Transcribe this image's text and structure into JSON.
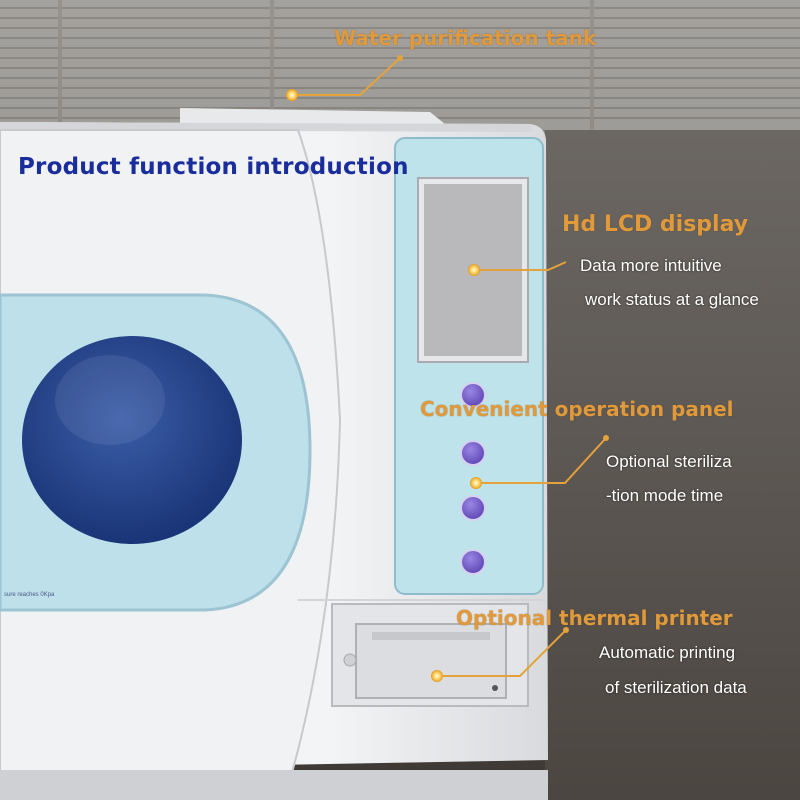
{
  "title": "Product function introduction",
  "device_text": "sure reaches 0Kpa",
  "callouts": {
    "water_tank": {
      "heading": "Water purification tank"
    },
    "lcd": {
      "heading": "Hd LCD display",
      "lines": [
        "Data more intuitive",
        "work status at a glance"
      ]
    },
    "panel": {
      "heading": "Convenient operation panel",
      "lines": [
        "Optional steriliza",
        "-tion mode time"
      ]
    },
    "printer": {
      "heading": "Optional thermal printer",
      "lines": [
        "Automatic printing",
        "of sterilization data"
      ]
    }
  },
  "colors": {
    "title": "#1a2d9c",
    "heading": "#e09a3c",
    "body_text": "#ffffff",
    "panel_blue": "#bfe3ea",
    "door_dark": "#1e3f86",
    "button_purple": "#6e56c6"
  }
}
